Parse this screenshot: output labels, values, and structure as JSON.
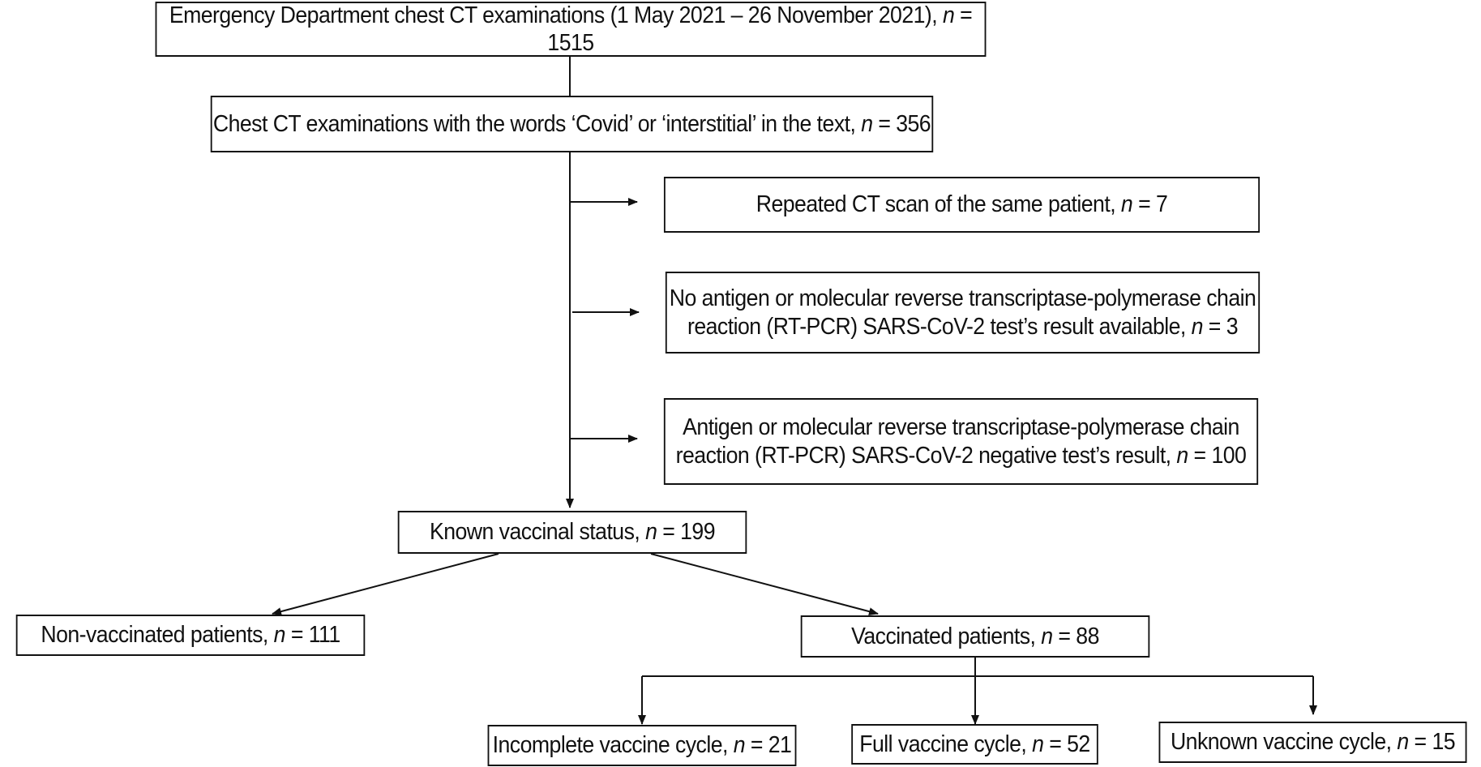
{
  "diagram": {
    "nodes": {
      "ed_ct": {
        "text": "Emergency Department chest CT examinations (1 May 2021 – 26 November 2021), ",
        "n": "n",
        "count": " = 1515"
      },
      "covid_text": {
        "text": "Chest CT examinations with the words ‘Covid’ or ‘interstitial’ in the text, ",
        "n": "n",
        "count": " = 356"
      },
      "repeated": {
        "text": "Repeated CT scan of the same patient, ",
        "n": "n",
        "count": " = 7"
      },
      "no_test": {
        "line1": "No antigen or molecular reverse transcriptase-polymerase chain",
        "line2": "reaction (RT-PCR) SARS-CoV-2 test’s result available, ",
        "n": "n",
        "count": " = 3"
      },
      "negative": {
        "line1": "Antigen or molecular reverse transcriptase-polymerase chain",
        "line2": "reaction (RT-PCR) SARS-CoV-2 negative test’s result, ",
        "n": "n",
        "count": " = 100"
      },
      "known_status": {
        "text": "Known vaccinal status, ",
        "n": "n",
        "count": " = 199"
      },
      "non_vaccinated": {
        "text": "Non-vaccinated patients, ",
        "n": "n",
        "count": " = 111"
      },
      "vaccinated": {
        "text": "Vaccinated patients, ",
        "n": "n",
        "count": " = 88"
      },
      "incomplete": {
        "text": "Incomplete vaccine cycle, ",
        "n": "n",
        "count": " = 21"
      },
      "full": {
        "text": "Full vaccine cycle, ",
        "n": "n",
        "count": " = 52"
      },
      "unknown": {
        "text": "Unknown vaccine cycle, ",
        "n": "n",
        "count": " = 15"
      }
    },
    "edges": [
      {
        "from": "ed_ct",
        "to": "covid_text"
      },
      {
        "from": "covid_text",
        "to": "repeated"
      },
      {
        "from": "covid_text",
        "to": "no_test"
      },
      {
        "from": "covid_text",
        "to": "negative"
      },
      {
        "from": "covid_text",
        "to": "known_status"
      },
      {
        "from": "known_status",
        "to": "non_vaccinated"
      },
      {
        "from": "known_status",
        "to": "vaccinated"
      },
      {
        "from": "vaccinated",
        "to": "incomplete"
      },
      {
        "from": "vaccinated",
        "to": "full"
      },
      {
        "from": "vaccinated",
        "to": "unknown"
      }
    ],
    "colors": {
      "stroke": "#111111",
      "background": "#ffffff"
    }
  }
}
